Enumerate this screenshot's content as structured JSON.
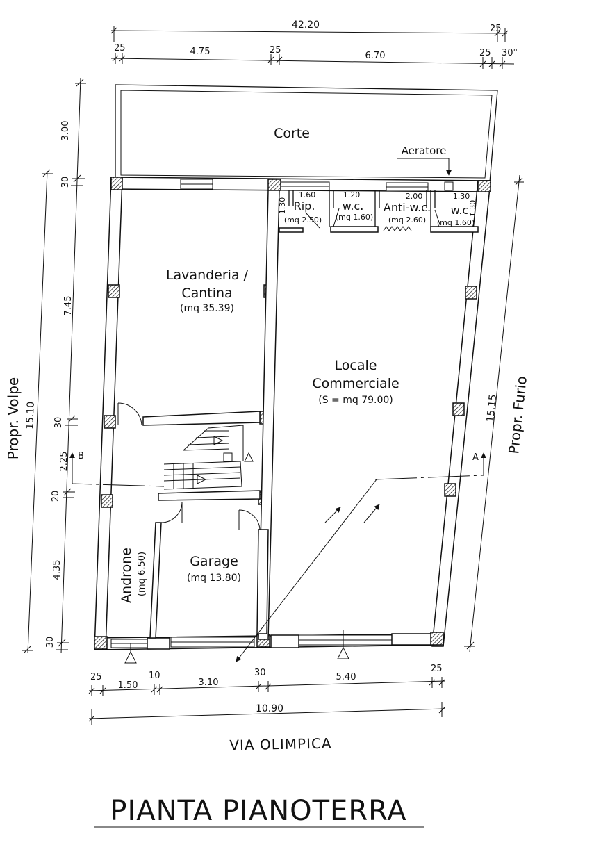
{
  "title": "PIANTA PIANOTERRA",
  "street": "VIA OLIMPICA",
  "neighbors": {
    "left": "Propr. Volpe",
    "right": "Propr. Furio"
  },
  "rooms": {
    "corte": {
      "name": "Corte"
    },
    "aeratore": {
      "name": "Aeratore"
    },
    "lavanderia": {
      "name_line1": "Lavanderia /",
      "name_line2": "Cantina",
      "area": "(mq 35.39)"
    },
    "ripostiglio": {
      "name": "Rip.",
      "area": "(mq 2.50)",
      "width": "1.60",
      "depth": "1.30"
    },
    "wc1": {
      "name": "w.c.",
      "area": "(mq 1.60)",
      "width": "1.20"
    },
    "antiwc": {
      "name": "Anti-w.c.",
      "area": "(mq 2.60)",
      "width": "2.00"
    },
    "wc2": {
      "name": "w.c.",
      "area": "(mq 1.60)",
      "width": "1.30",
      "depth": "1.30"
    },
    "locale": {
      "name_line1": "Locale",
      "name_line2": "Commerciale",
      "area": "(S = mq 79.00)"
    },
    "androne": {
      "name": "Androne",
      "area": "(mq 6.50)"
    },
    "garage": {
      "name": "Garage",
      "area": "(mq 13.80)"
    }
  },
  "sections": {
    "a": "A",
    "b": "B"
  },
  "dimensions": {
    "top_overall": "42.20",
    "top_overall_sup": "25",
    "top_row": [
      "25",
      "4.75",
      "25",
      "6.70",
      "25",
      "30°"
    ],
    "bottom_row": [
      "25",
      "1.50",
      "10",
      "3.10",
      "30",
      "5.40",
      "25"
    ],
    "bottom_overall": "10.90",
    "left_outer": "15.10",
    "left_segments": [
      "3.00",
      "30",
      "7.45",
      "30",
      "2.25",
      "20",
      "4.35",
      "30"
    ],
    "right_outer": "15.15"
  }
}
